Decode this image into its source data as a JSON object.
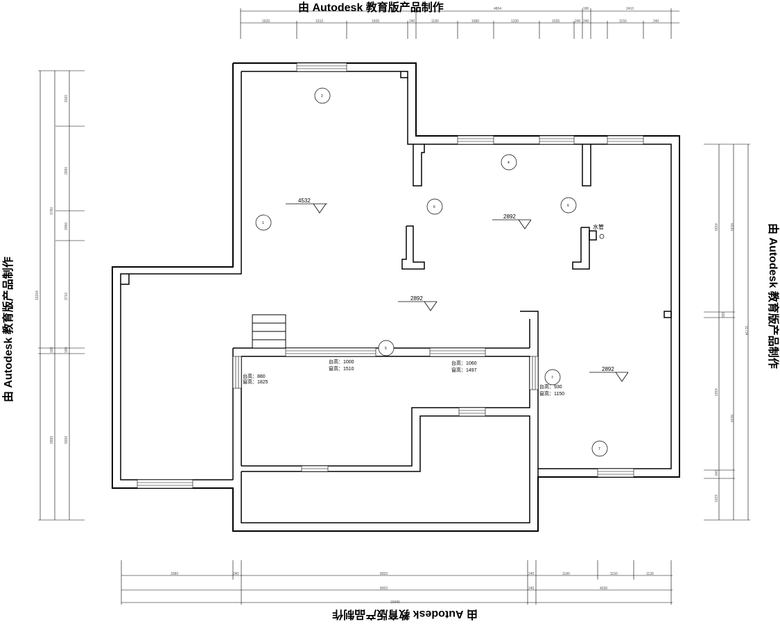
{
  "watermark": {
    "top": "由 Autodesk 教育版产品制作",
    "bottom": "由 Autodesk 教育版产品制作",
    "left": "由 Autodesk 教育版产品制作",
    "right": "由 Autodesk 教育版产品制作"
  },
  "levels": {
    "l1": "4532",
    "l2": "2892",
    "l3": "2892",
    "l4": "2892"
  },
  "water_pipe": "水管",
  "window_notes": {
    "w1_sill": "台高：880",
    "w1_height": "窗高：1825",
    "w2_sill": "台高：1000",
    "w2_height": "窗高：1510",
    "w3_sill": "台高：1060",
    "w3_height": "窗高：1497",
    "w4_sill": "台高：930",
    "w4_height": "窗高：1150"
  },
  "markers": [
    "2",
    "1",
    "4",
    "6",
    "6",
    "5",
    "7",
    "7"
  ],
  "dims_top": {
    "seg1": "1620",
    "seg2": "1510",
    "seg3": "1505",
    "seg4": "240",
    "seg5": "1180",
    "seg6": "1680",
    "seg7": "1330",
    "seg8": "1035",
    "seg9": "240",
    "seg10": "240",
    "seg11": "1150",
    "seg12": "240",
    "total1": "4804",
    "total2": "180",
    "total3": "2410"
  },
  "dims_bottom": {
    "seg1": "3380",
    "seg2": "240",
    "seg3": "8003",
    "seg4": "240",
    "seg5": "1180",
    "seg6": "1150",
    "seg7": "1130",
    "sub1": "8003",
    "sub2": "240",
    "sub3": "4030",
    "total": "15995"
  },
  "dims_left": {
    "a1": "1520",
    "a2": "2990",
    "a3": "3780",
    "a4": "3050",
    "a5": "3710",
    "a6": "15264",
    "a7": "180",
    "a8": "180",
    "a9": "6890",
    "a10": "5650"
  },
  "dims_right": {
    "b1": "4330",
    "b2": "6535",
    "b3": "180",
    "b4": "11734",
    "b5": "4320",
    "b6": "6530",
    "b7": "240",
    "b8": "1220"
  }
}
